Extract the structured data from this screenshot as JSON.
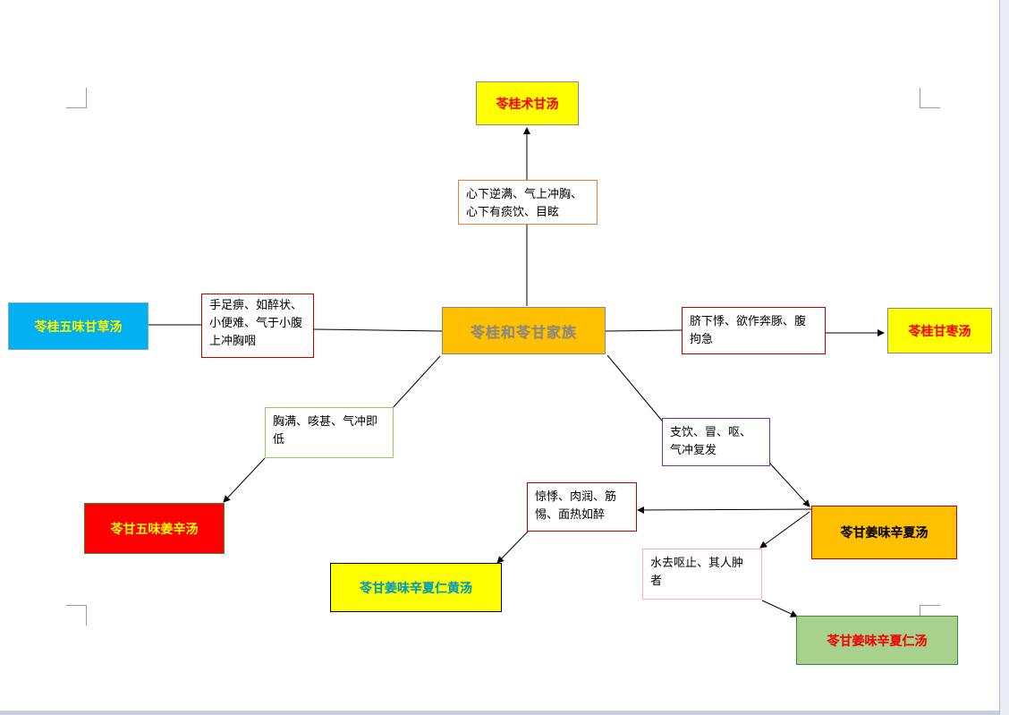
{
  "diagram": {
    "center": {
      "text": "苓桂和苓甘家族",
      "bg": "#ffc000",
      "fg": "#8a8a8a"
    },
    "nodes": {
      "top": {
        "text": "苓桂术甘汤",
        "bg": "#ffff00",
        "fg": "#ff0000"
      },
      "left": {
        "text": "苓桂五味甘草汤",
        "bg": "#00b0f0",
        "fg": "#ffff00"
      },
      "right": {
        "text": "苓桂甘枣汤",
        "bg": "#ffff00",
        "fg": "#ff0000"
      },
      "lower_left": {
        "text": "苓甘五味姜辛汤",
        "bg": "#ff0000",
        "fg": "#ffff00"
      },
      "lower_right": {
        "text": "苓甘姜味辛夏汤",
        "bg": "#ffc000",
        "fg": "#000000"
      },
      "bottom_mid": {
        "text": "苓甘姜味辛夏仁黄汤",
        "bg": "#ffff00",
        "fg": "#00a0c0"
      },
      "bottom_right": {
        "text": "苓甘姜味辛夏仁汤",
        "bg": "#a9d18e",
        "fg": "#ff0000"
      }
    },
    "labels": {
      "top": "心下逆满、气上冲胸、\n心下有痰饮、目眩",
      "left": "手足痹、如醉状、\n小便难、气于小腹\n上冲胸咽",
      "right": "脐下悸、欲作奔豚、腹\n拘急",
      "lower_left": "胸满、咳甚、气冲即\n低",
      "lower_right": "支饮、冒、呕、\n气冲复发",
      "mid_left": "惊悸、肉润、筋\n惕、面热如醉",
      "mid_right": "水去呕止、其人肿\n者"
    },
    "label_borders": {
      "top": "#ed7d31",
      "left": "#c00000",
      "right": "#c00000",
      "lower_left": "#92d050",
      "lower_right": "#7030a0",
      "mid_left": "#c00000",
      "mid_right": "#f4b6b6"
    }
  }
}
